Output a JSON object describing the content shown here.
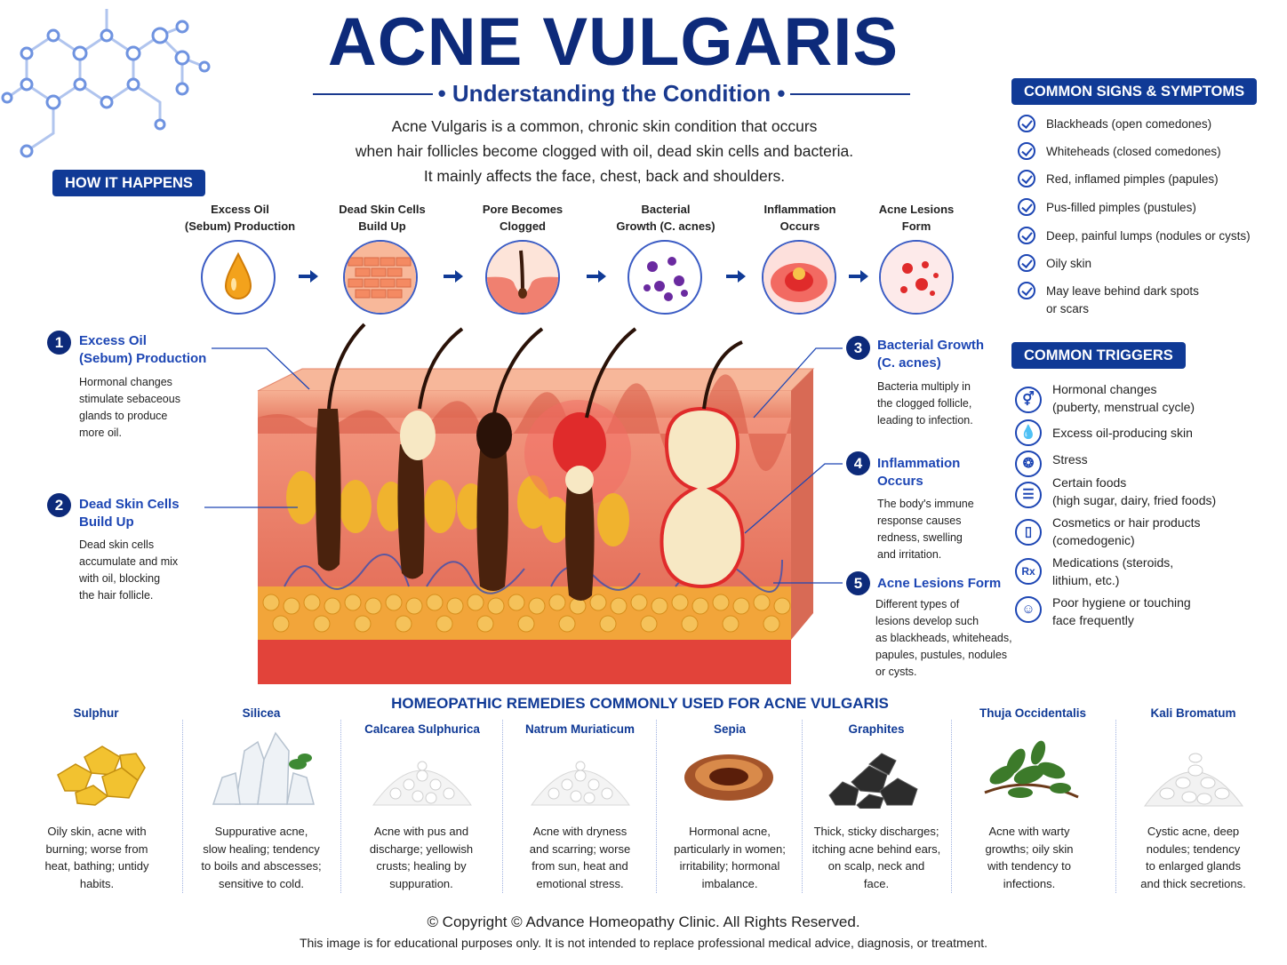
{
  "header": {
    "title": "ACNE VULGARIS",
    "subtitle": "Understanding the Condition",
    "intro": [
      "Acne Vulgaris is a common, chronic skin condition that occurs",
      "when hair follicles become clogged with oil, dead skin cells and bacteria.",
      "It mainly affects the face, chest, back and shoulders."
    ]
  },
  "how_it_happens": {
    "label": "HOW IT HAPPENS",
    "stages": [
      {
        "line1": "Excess Oil",
        "line2": "(Sebum) Production",
        "icon": "oil-drop-icon"
      },
      {
        "line1": "Dead Skin Cells",
        "line2": "Build Up",
        "icon": "skin-cells-icon"
      },
      {
        "line1": "Pore Becomes",
        "line2": "Clogged",
        "icon": "clogged-pore-icon"
      },
      {
        "line1": "Bacterial",
        "line2": "Growth (C. acnes)",
        "icon": "bacteria-icon"
      },
      {
        "line1": "Inflammation",
        "line2": "Occurs",
        "icon": "inflammation-icon"
      },
      {
        "line1": "Acne Lesions",
        "line2": "Form",
        "icon": "lesions-icon"
      }
    ]
  },
  "steps": [
    {
      "num": "1",
      "title1": "Excess Oil",
      "title2": "(Sebum) Production",
      "desc": [
        "Hormonal changes",
        "stimulate sebaceous",
        "glands to produce",
        "more oil."
      ]
    },
    {
      "num": "2",
      "title1": "Dead Skin Cells",
      "title2": "Build Up",
      "desc": [
        "Dead skin cells",
        "accumulate and mix",
        "with oil, blocking",
        "the hair follicle."
      ]
    },
    {
      "num": "3",
      "title1": "Bacterial Growth",
      "title2": "(C. acnes)",
      "desc": [
        "Bacteria multiply in",
        "the clogged follicle,",
        "leading to infection."
      ]
    },
    {
      "num": "4",
      "title1": "Inflammation",
      "title2": "Occurs",
      "desc": [
        "The body's immune",
        "response causes",
        "redness, swelling",
        "and irritation."
      ]
    },
    {
      "num": "5",
      "title1": "Acne Lesions Form",
      "title2": "",
      "desc": [
        "Different types of",
        "lesions develop such",
        "as blackheads, whiteheads,",
        "papules, pustules, nodules",
        "or cysts."
      ]
    }
  ],
  "symptoms": {
    "label": "COMMON SIGNS & SYMPTOMS",
    "items": [
      [
        "Blackheads (open comedones)"
      ],
      [
        "Whiteheads (closed comedones)"
      ],
      [
        "Red, inflamed pimples (papules)"
      ],
      [
        "Pus-filled pimples (pustules)"
      ],
      [
        "Deep, painful lumps (nodules or cysts)"
      ],
      [
        "Oily skin"
      ],
      [
        "May leave behind dark spots",
        "or scars"
      ]
    ]
  },
  "triggers": {
    "label": "COMMON TRIGGERS",
    "items": [
      {
        "lines": [
          "Hormonal changes",
          "(puberty, menstrual cycle)"
        ],
        "icon": "gender-icon",
        "glyph": "⚥"
      },
      {
        "lines": [
          "Excess oil-producing skin"
        ],
        "icon": "droplet-icon",
        "glyph": "💧"
      },
      {
        "lines": [
          "Stress"
        ],
        "icon": "brain-icon",
        "glyph": "❂"
      },
      {
        "lines": [
          "Certain foods",
          "(high sugar, dairy, fried foods)"
        ],
        "icon": "burger-icon",
        "glyph": "☰"
      },
      {
        "lines": [
          "Cosmetics or hair products",
          "(comedogenic)"
        ],
        "icon": "cosmetic-bottle-icon",
        "glyph": "▯"
      },
      {
        "lines": [
          "Medications (steroids,",
          "lithium, etc.)"
        ],
        "icon": "pills-icon",
        "glyph": "Rx"
      },
      {
        "lines": [
          "Poor hygiene or touching",
          "face frequently"
        ],
        "icon": "face-touch-icon",
        "glyph": "☺"
      }
    ]
  },
  "remedies": {
    "title": "HOMEOPATHIC REMEDIES COMMONLY USED FOR ACNE VULGARIS",
    "items": [
      {
        "name": "Sulphur",
        "desc": [
          "Oily skin, acne with",
          "burning; worse from",
          "heat, bathing; untidy",
          "habits."
        ],
        "icon": "sulphur-crystals-icon"
      },
      {
        "name": "Silicea",
        "desc": [
          "Suppurative acne,",
          "slow healing; tendency",
          "to boils and abscesses;",
          "sensitive to cold."
        ],
        "icon": "quartz-crystals-icon"
      },
      {
        "name": "Calcarea Sulphurica",
        "desc": [
          "Acne with pus and",
          "discharge; yellowish",
          "crusts; healing by",
          "suppuration."
        ],
        "icon": "white-pills-icon"
      },
      {
        "name": "Natrum Muriaticum",
        "desc": [
          "Acne with dryness",
          "and scarring; worse",
          "from sun, heat and",
          "emotional stress."
        ],
        "icon": "salt-pills-icon"
      },
      {
        "name": "Sepia",
        "desc": [
          "Hormonal acne,",
          "particularly in women;",
          "irritability; hormonal",
          "imbalance."
        ],
        "icon": "cuttlefish-shell-icon"
      },
      {
        "name": "Graphites",
        "desc": [
          "Thick, sticky discharges;",
          "itching acne behind ears,",
          "on scalp, neck and",
          "face."
        ],
        "icon": "graphite-lumps-icon"
      },
      {
        "name": "Thuja Occidentalis",
        "desc": [
          "Acne with warty",
          "growths; oily skin",
          "with tendency to",
          "infections."
        ],
        "icon": "thuja-branch-icon"
      },
      {
        "name": "Kali Bromatum",
        "desc": [
          "Cystic acne, deep",
          "nodules; tendency",
          "to enlarged glands",
          "and thick secretions."
        ],
        "icon": "globules-icon"
      }
    ]
  },
  "footer": {
    "copyright": "© Copyright © Advance Homeopathy Clinic. All Rights Reserved.",
    "disclaimer": "This image is for educational purposes only. It is not intended to replace professional medical advice, diagnosis, or treatment."
  },
  "colors": {
    "navy": "#0d2a7a",
    "blue": "#1d46b4",
    "pill": "#103a96",
    "skin": "#f2967a",
    "fat": "#f0b32e",
    "inflamed": "#e02b2b"
  }
}
